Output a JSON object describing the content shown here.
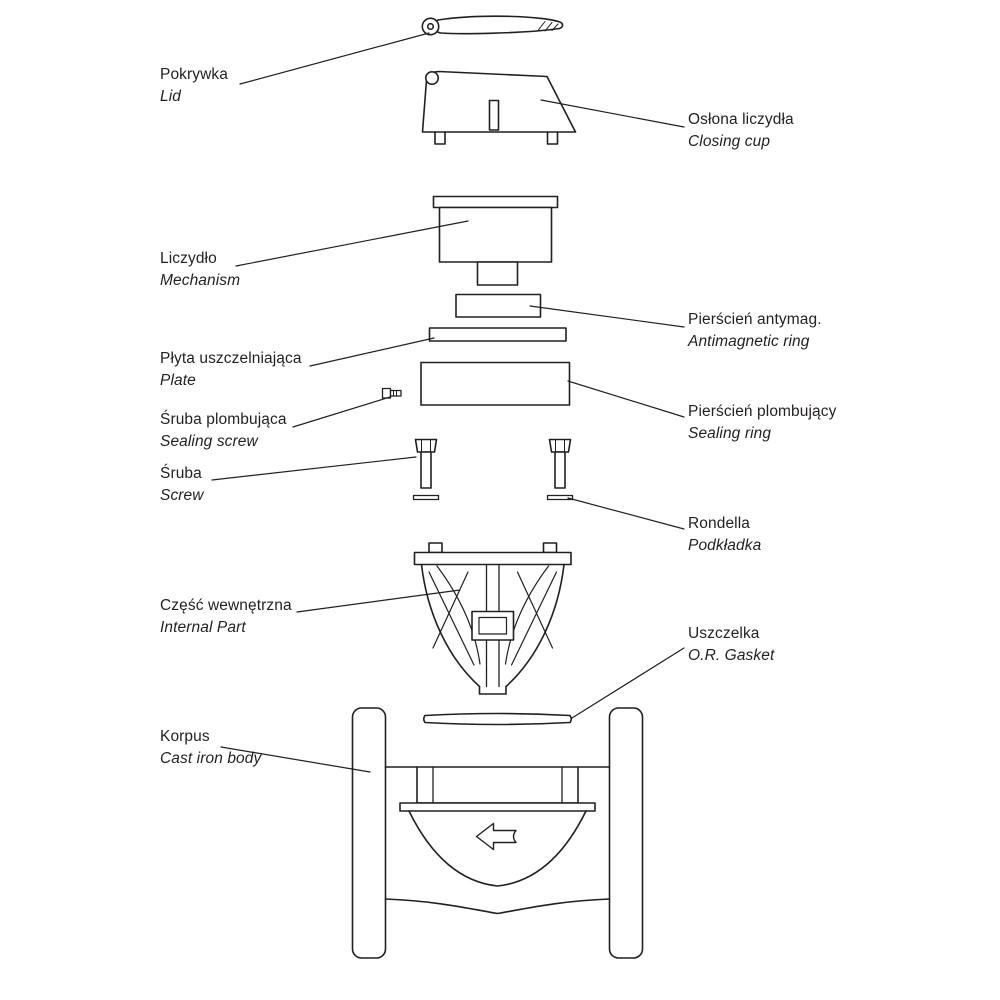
{
  "colors": {
    "ink": "#231f20",
    "background": "#ffffff"
  },
  "labels": {
    "pokrywka": {
      "pl": "Pokrywka",
      "en": "Lid"
    },
    "oslona": {
      "pl": "Osłona liczydła",
      "en": "Closing cup"
    },
    "liczydlo": {
      "pl": "Liczydło",
      "en": "Mechanism"
    },
    "antymag": {
      "pl": "Pierścień antymag.",
      "en": "Antimagnetic ring"
    },
    "plyta": {
      "pl": "Płyta uszczelniająca",
      "en": "Plate"
    },
    "plomb": {
      "pl": "Pierścień plombujący",
      "en": "Sealing ring"
    },
    "sruba_plomb": {
      "pl": "Śruba plombująca",
      "en": "Sealing screw"
    },
    "sruba": {
      "pl": "Śruba",
      "en": "Screw"
    },
    "rondella": {
      "pl": "Rondella",
      "en": "Podkładka"
    },
    "czesc": {
      "pl": "Część wewnętrzna",
      "en": "Internal Part"
    },
    "uszczelka": {
      "pl": "Uszczelka",
      "en": "O.R. Gasket"
    },
    "korpus": {
      "pl": "Korpus",
      "en": "Cast iron body"
    }
  }
}
